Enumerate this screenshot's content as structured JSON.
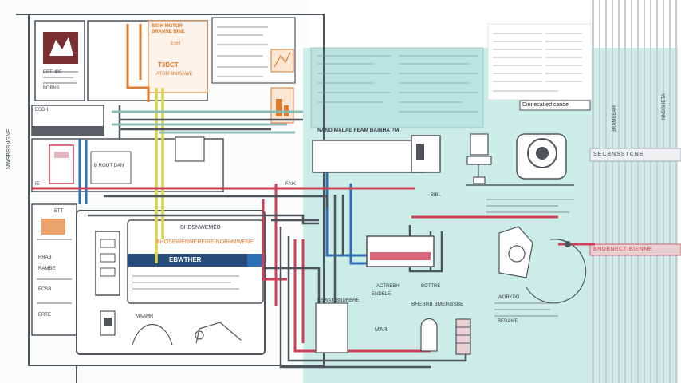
{
  "labels": {
    "left_vertical": "NWSBSSNGNE",
    "left_cabinet_top": "ESBH",
    "top_orange_title": "BIGH MOTOR BRANNE BINE",
    "top_orange_sub": "ESH",
    "orange_code": "T3DCT",
    "orange_detail": "ATDM BNISAWE",
    "box_label": "B ROOT DAN",
    "machine_title": "BHESNWEMEB",
    "machine_sub": "BHOSEWENMEREIRE NOBHMWENE",
    "dark_banner": "EBWTHER",
    "controls_title": "NAND MALAE FEAM BAINHA PM",
    "small_label_a": "BIBL",
    "small_label_b": "FAIK",
    "bottom_left_label": "MAAMR",
    "branch_label": "MAR",
    "accelerated_label": "ACTREBH",
    "baseline_label": "BHEBRB BMERGSBE",
    "bottom_center_1": "ENDELE",
    "bottom_center_2": "BOTTRE",
    "bottom_right_1": "WORKDD",
    "bottom_right_2": "BEDAME",
    "corner_note": "EBWAK BNDRERE",
    "direct_callout": "Dinnecatled cande",
    "right_vertical_1": "BRAMBEAH",
    "right_vertical_2": "NNDBHETA",
    "right_strip_top": "SECBNSSTCNE",
    "right_strip_bottom": "BNDBNECTIBIENNE",
    "left_ta": "IE",
    "left_tb": "ETT",
    "left_tc": "RRAB",
    "left_td": "RAMBE",
    "left_te": "ECSB",
    "left_tf": "ERTE",
    "left_tg": "EBTHBE",
    "left_th": "BDBNS"
  },
  "colors": {
    "orange": "#e07a2c",
    "blue": "#2f6fb7",
    "red": "#cf3f55",
    "yellow": "#d9d24a",
    "teal_bg": "#c9ece6",
    "dark_gray": "#4f545c",
    "dark_blue": "#274c7a"
  }
}
